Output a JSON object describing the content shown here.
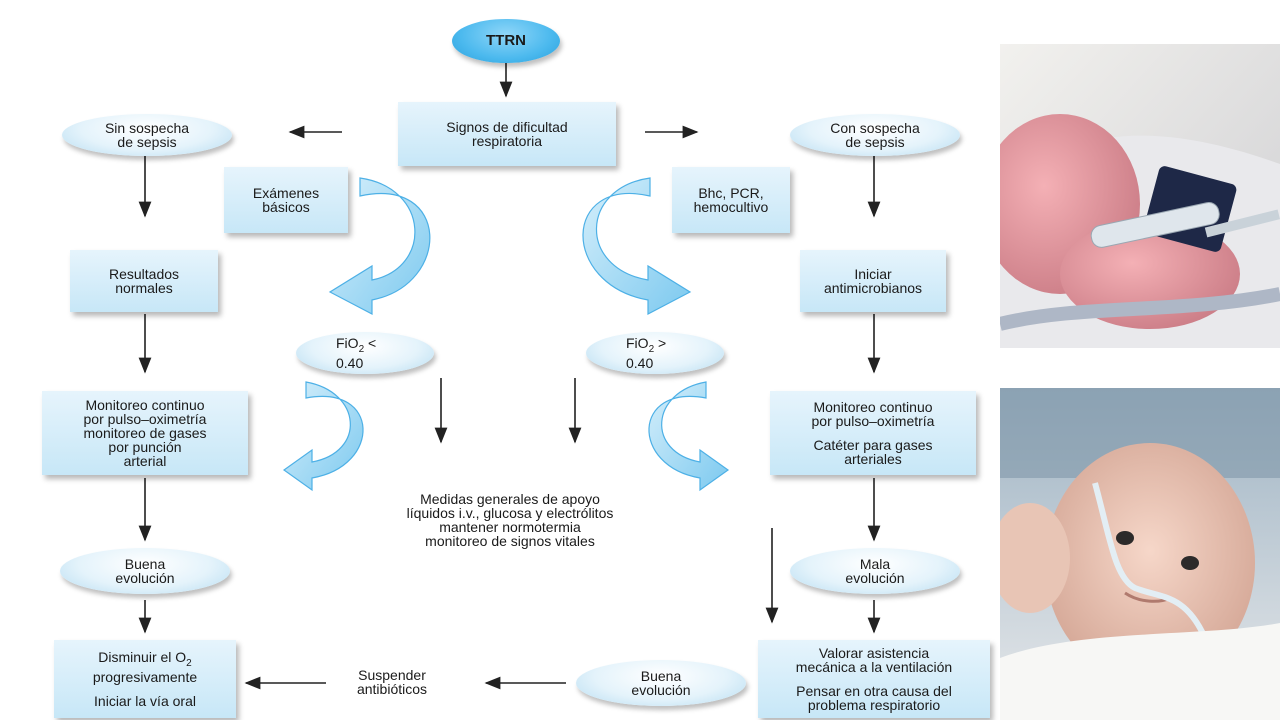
{
  "start": "TTRN",
  "center": {
    "signs": [
      "Signos de dificultad",
      "respiratoria"
    ],
    "fio2_low": {
      "main": "FiO",
      "sub": "2",
      "rest": " <",
      "value": "0.40"
    },
    "fio2_high": {
      "main": "FiO",
      "sub": "2",
      "rest": " >",
      "value": "0.40"
    },
    "measures": [
      "Medidas generales de apoyo",
      "líquidos i.v., glucosa y electrólitos",
      "mantener normotermia",
      "monitoreo de signos vitales"
    ]
  },
  "left": {
    "no_sepsis": [
      "Sin sospecha",
      "de sepsis"
    ],
    "basic_exams": [
      "Exámenes",
      "básicos"
    ],
    "normal_results": [
      "Resultados",
      "normales"
    ],
    "monitoring": [
      "Monitoreo continuo",
      "por pulso–oximetría",
      "monitoreo de gases",
      "por punción",
      "arterial"
    ],
    "good_evolution": [
      "Buena",
      "evolución"
    ],
    "reduce_o2": {
      "line1_main": "Disminuir el O",
      "line1_sub": "2",
      "line2": "progresivamente",
      "line3": "Iniciar la vía oral"
    }
  },
  "right": {
    "sepsis": [
      "Con sospecha",
      "de sepsis"
    ],
    "labs": [
      "Bhc, PCR,",
      "hemocultivo"
    ],
    "antimicrobials": [
      "Iniciar",
      "antimicrobianos"
    ],
    "monitoring": {
      "lines1": [
        "Monitoreo continuo",
        "por pulso–oximetría"
      ],
      "lines2": [
        "Catéter para gases",
        "arteriales"
      ]
    },
    "bad_evolution": [
      "Mala",
      "evolución"
    ],
    "ventilation": {
      "lines1": [
        "Valorar asistencia",
        "mecánica a la  ventilación"
      ],
      "lines2": [
        "Pensar en otra causa del",
        "problema respiratorio"
      ]
    }
  },
  "bottom": {
    "good_evolution": [
      "Buena",
      "evolución"
    ],
    "suspend": [
      "Suspender",
      "antibióticos"
    ]
  },
  "photos": [
    {
      "name": "newborn-hand-iv-photo"
    },
    {
      "name": "newborn-nasal-cannula-photo"
    }
  ]
}
